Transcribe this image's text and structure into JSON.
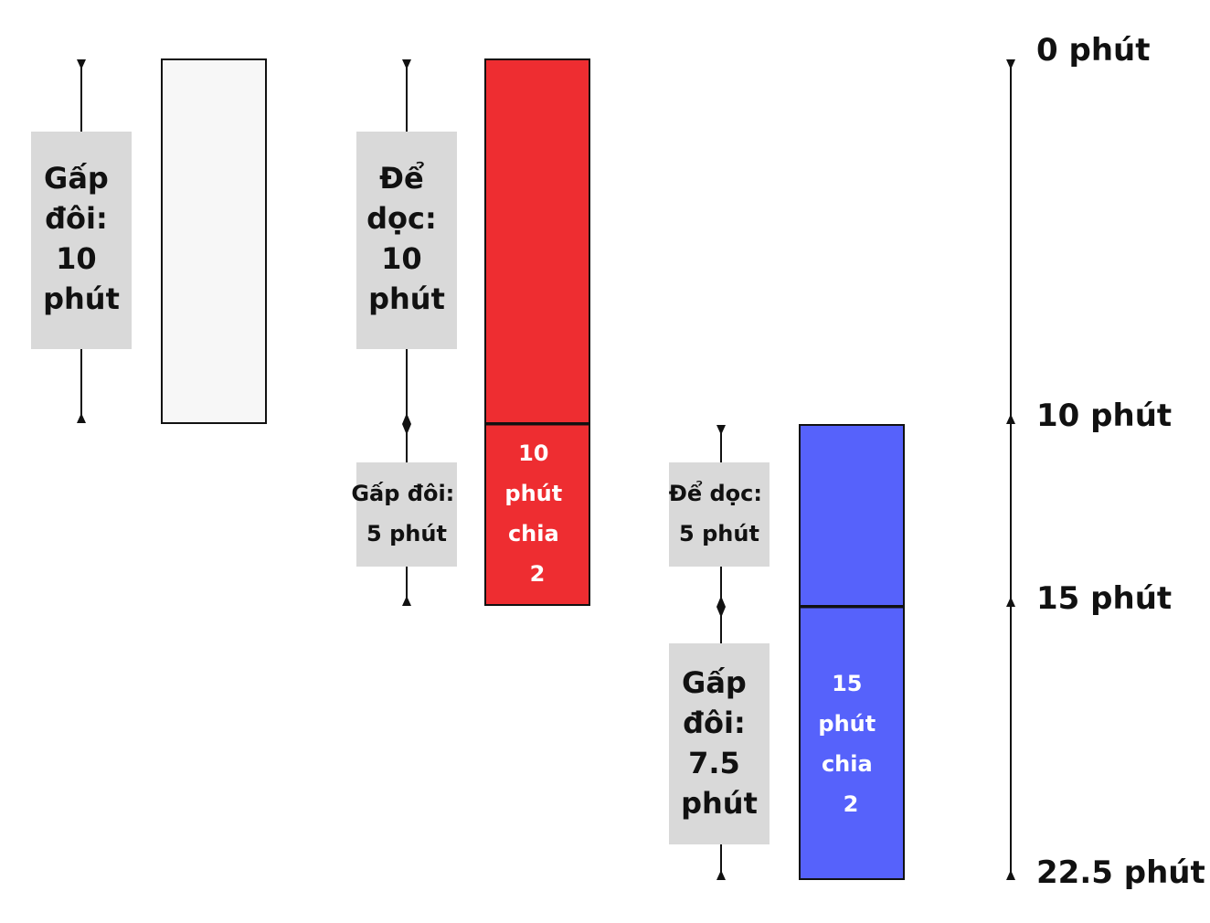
{
  "colors": {
    "white_block": "#f7f7f7",
    "red_block": "#ee2d31",
    "blue_block": "#5662fb",
    "label_box": "#d9d9d9",
    "line": "#111111"
  },
  "timeline": {
    "ticks": [
      {
        "minutes": 0,
        "label": "0 phút"
      },
      {
        "minutes": 10,
        "label": "10 phút"
      },
      {
        "minutes": 15,
        "label": "15 phút"
      },
      {
        "minutes": 22.5,
        "label": "22.5 phút"
      }
    ]
  },
  "col1": {
    "label_lines": [
      "Gấp",
      "đôi:",
      "10",
      "phút"
    ]
  },
  "col2": {
    "top_label_lines": [
      "Để",
      "dọc:",
      "10",
      "phút"
    ],
    "bottom_label_lines": [
      "Gấp đôi:",
      "5 phút"
    ],
    "block_text_lines": [
      "10",
      "phút",
      "chia",
      "2"
    ]
  },
  "col3": {
    "top_label_lines": [
      "Để dọc:",
      "5 phút"
    ],
    "bottom_label_lines": [
      "Gấp",
      "đôi:",
      "7.5",
      "phút"
    ],
    "block_text_lines": [
      "15",
      "phút",
      "chia",
      "2"
    ]
  }
}
